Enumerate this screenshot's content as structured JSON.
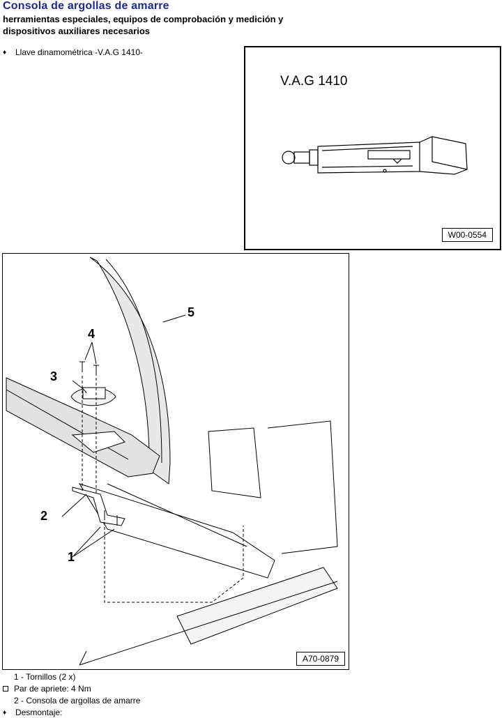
{
  "header": {
    "title": "Consola de argollas de amarre",
    "subtitle_line1": "herramientas especiales, equipos de comprobación y medición y",
    "subtitle_line2": "dispositivos auxiliares necesarios"
  },
  "tools": {
    "bullet": "♦",
    "item": "Llave dinamométrica -V.A.G 1410-",
    "figure": {
      "label": "V.A.G 1410",
      "code": "W00-0554"
    }
  },
  "main_figure": {
    "code": "A70-0879",
    "callouts": [
      "1",
      "2",
      "3",
      "4",
      "5"
    ]
  },
  "legend": {
    "item1": "1 -  Tornillos (2 x)",
    "torque": "Par de apriete: 4 Nm",
    "item2": "2 -  Consola de argollas de amarre",
    "removal": "Desmontaje:"
  }
}
